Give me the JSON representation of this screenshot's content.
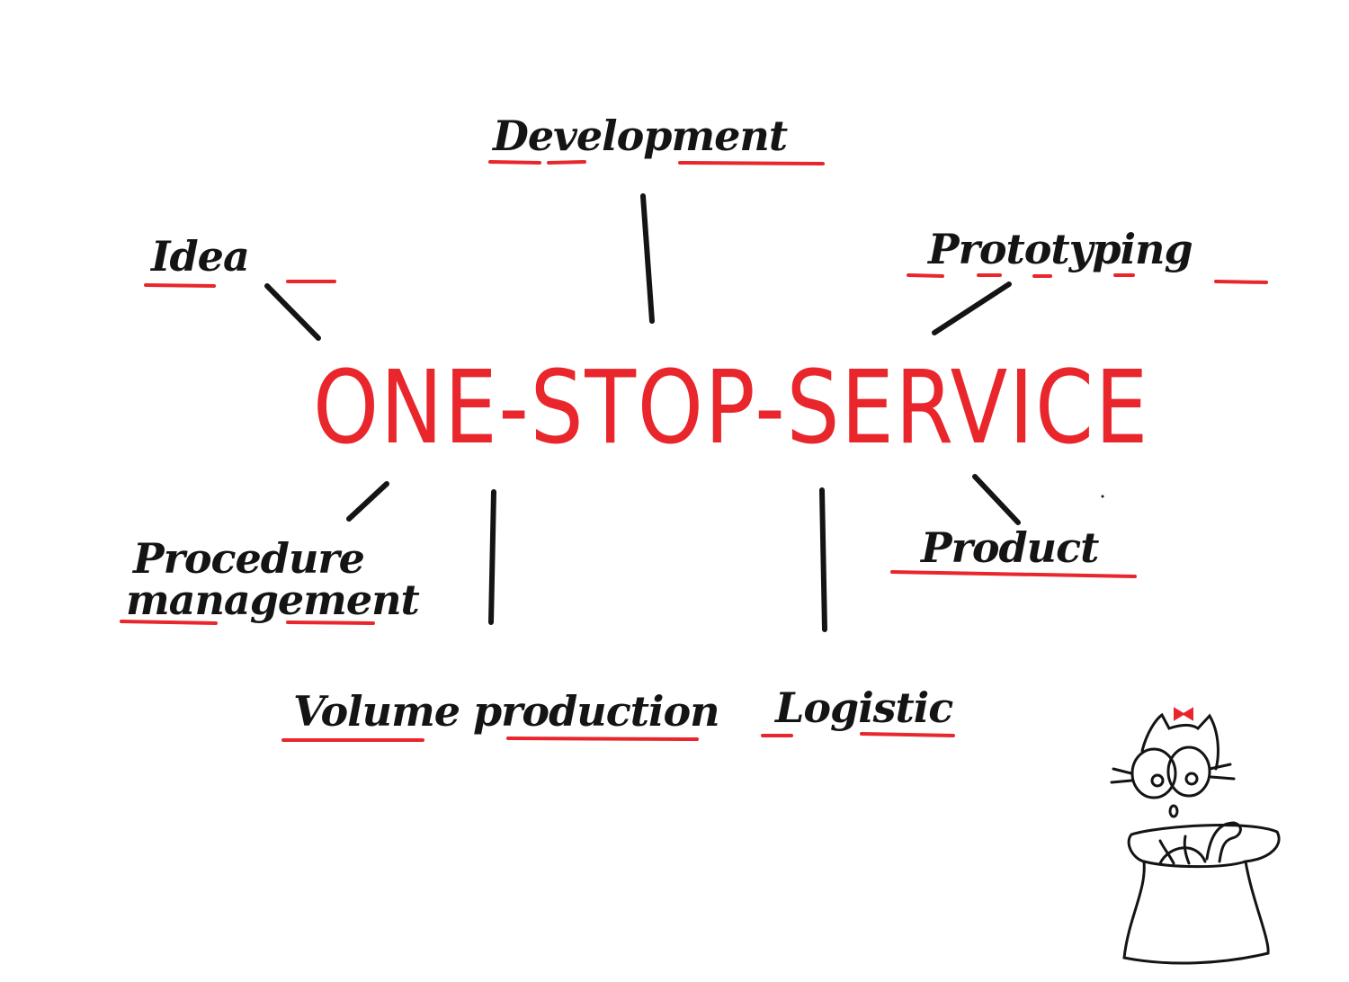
{
  "title": "ONE-STOP-SERVICE",
  "nodes": {
    "development": "Development",
    "idea": "Idea",
    "prototyping": "Prototyping",
    "procedure_line1": "Procedure",
    "procedure_line2": "management",
    "product": "Product",
    "volume_production": "Volume production",
    "logistic": "Logistic"
  },
  "colors": {
    "title": "#e8262b",
    "underline": "#e8262b",
    "ink": "#141414"
  },
  "icons": {
    "mascot": "cat-in-sack-icon"
  }
}
